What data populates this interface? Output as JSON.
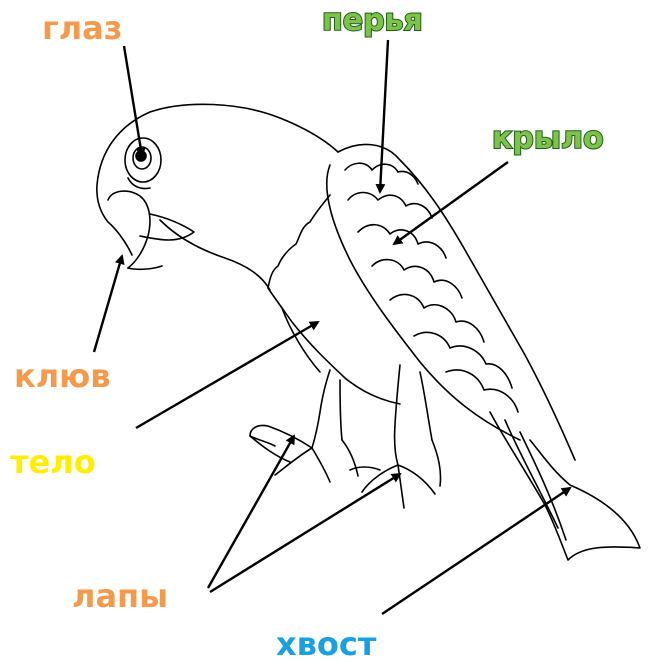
{
  "labels": {
    "eye": "глаз",
    "feathers": "перья",
    "wing": "крыло",
    "beak": "клюв",
    "body": "тело",
    "legs": "лапы",
    "tail": "хвост"
  },
  "colors": {
    "eye": "#f49a4c",
    "feathers": "#7dc34a",
    "wing": "#7dc34a",
    "beak": "#f49a4c",
    "body": "#ffee00",
    "legs": "#f49a4c",
    "tail": "#1a9fe0",
    "outline": "#000000"
  }
}
